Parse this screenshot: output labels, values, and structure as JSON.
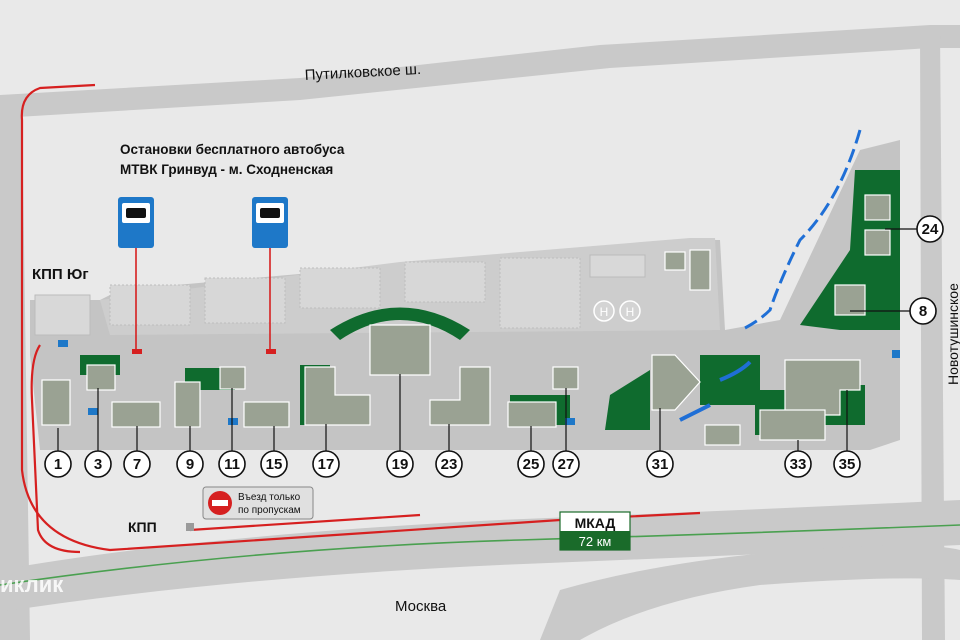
{
  "roads": {
    "north": "Путилковское ш.",
    "east": "Новотушинское",
    "south_city": "Москва",
    "mkad": "МКАД",
    "mkad_km": "72 км"
  },
  "bus_stops_title": {
    "line1": "Остановки бесплатного автобуса",
    "line2": "МТВК Гринвуд - м. Сходненская"
  },
  "checkpoints": {
    "south": "КПП Юг",
    "main": "КПП"
  },
  "entry_sign": {
    "line1": "Въезд только",
    "line2": "по пропускам"
  },
  "helipad_letter": "H",
  "watermark": "иклик",
  "buildings": [
    "1",
    "3",
    "7",
    "9",
    "11",
    "15",
    "17",
    "19",
    "23",
    "25",
    "27",
    "31",
    "33",
    "35",
    "24",
    "8"
  ],
  "colors": {
    "road": "#c9c9c9",
    "site": "#c4c4c4",
    "green": "#0f6b2e",
    "building": "#9aa293",
    "route": "#d62020",
    "bus_sign": "#1e78c8",
    "water": "#1f6fd6"
  }
}
